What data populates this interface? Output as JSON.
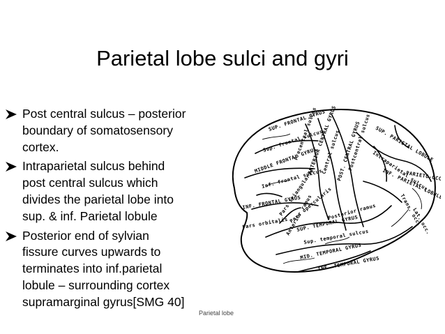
{
  "slide": {
    "title": "Parietal lobe sulci and gyri",
    "caption": "Parietal lobe",
    "bullets": [
      {
        "lines": [
          "Post central sulcus – posterior",
          "boundary of somatosensory",
          "cortex."
        ]
      },
      {
        "lines": [
          "Intraparietal sulcus behind",
          "post central sulcus which",
          "divides the parietal lobe into",
          "sup. & inf. Parietal lobule"
        ]
      },
      {
        "lines": [
          "Posterior end of   sylvian",
          "fissure curves upwards to",
          "terminates into inf.parietal",
          "lobule – surrounding cortex",
          "supramarginal gyrus[SMG 40]"
        ]
      }
    ]
  },
  "brain_labels": {
    "sup_frontal_gyrus": "SUP. FRONTAL GYRUS",
    "sup_frontal_sulcus": "Sup. frontal sulcus",
    "middle_frontal_gyrus": "MIDDLE FRONTAL GYRUS",
    "inf_frontal_sulcus": "Inf. frontal sulcus",
    "inf_frontal_gyrus": "INF. FRONTAL GYRUS",
    "precentral_sulcus": "Precentral sulcus",
    "anterior_central_gyrus": "ANTERIOR CENTRAL GYRUS",
    "central_sulcus": "Central sulcus",
    "posterior_central_gyrus": "POST. CENTRAL GYRUS",
    "postcentral_sulcus": "Postcentral sulcus",
    "sup_parietal_lobule": "SUP. PARIETAL LOBULE",
    "intraparietal_sulcus": "Intraparietal sulcus",
    "inf_parietal_lobule": "INF. PARIETAL LOBULE",
    "parieto_occipital": "PARIETO-OCC.",
    "pars_triangularis": "Pars triangularis",
    "pars_opercularis": "Pars opercularis",
    "pars_orbitalis": "Pars orbitalis",
    "anterior_ramus": "Anterior ramus",
    "posterior_ramus": "Posterior ramus",
    "sup_temporal_gyrus": "SUP. TEMPORAL GYRUS",
    "sup_temporal_sulcus": "Sup. temporal sulcus",
    "mid_temporal_gyrus": "MID. TEMPORAL GYRUS",
    "inf_temporal_gyrus": "INF. TEMPORAL GYRUS",
    "transverse_occipital": "Trans. occ.",
    "lat_occipital": "Lat. occ."
  },
  "icons": {
    "bullet": "arrowhead-bullet-icon"
  }
}
